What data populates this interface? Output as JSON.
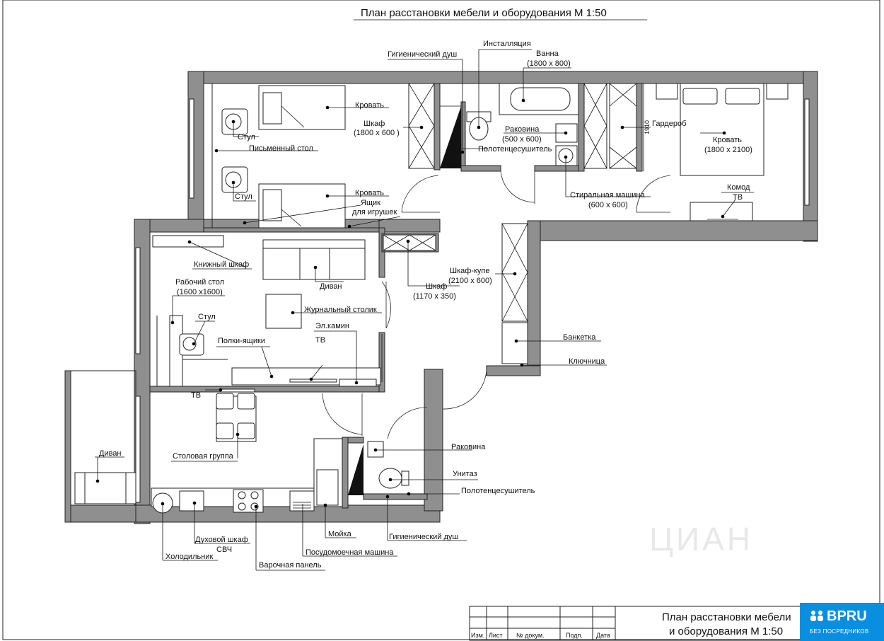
{
  "title": "План расстановки мебели и оборудования М 1:50",
  "labels": {
    "bed1": "Кровать",
    "wardrobe1": "Шкаф",
    "wardrobe1_size": "(1800 х 600 )",
    "chair1": "Стул",
    "desk": "Письменный стол",
    "chair2": "Стул",
    "bed2": "Кровать",
    "toybox1": "Ящик",
    "toybox2": "для игрушек",
    "hygienic_shower1": "Гигиенический душ",
    "installation": "Инсталляция",
    "bath": "Ванна",
    "bath_size": "(1800 х 800)",
    "sink1": "Раковина",
    "sink1_size": "(500 х 600)",
    "towel1": "Полотенцесушитель",
    "washer": "Стиральная машина",
    "washer_size": "(600 х 600)",
    "dressing": "Гардероб",
    "dim_1910": "1910",
    "bed3": "Кровать",
    "bed3_size": "(1800 х 2100)",
    "dresser": "Комод",
    "tv1": "ТВ",
    "bookcase": "Книжный шкаф",
    "sofa1": "Диван",
    "workdesk": "Рабочий стол",
    "workdesk_size": "(1600 х1600)",
    "chair3": "Стул",
    "coffee_table": "Журнальный столик",
    "fireplace": "Эл.камин",
    "tv2": "ТВ",
    "shelves": "Полки-ящики",
    "cabinet": "Шкаф",
    "cabinet_size": "(1170 х 350)",
    "sliding": "Шкаф-купе",
    "sliding_size": "(2100 х 600)",
    "bench": "Банкетка",
    "keys": "Ключница",
    "tv3": "ТВ",
    "dining": "Столовая группа",
    "sofa2": "Диван",
    "sink2": "Раковина",
    "toilet": "Унитаз",
    "towel2": "Полотенцесушитель",
    "hygienic_shower2": "Гигиенический душ",
    "washbasin": "Мойка",
    "dishwasher": "Посудомоечная машина",
    "oven": "Духовой шкаф",
    "microwave": "СВЧ",
    "fridge": "Холодильник",
    "hob": "Варочная панель"
  },
  "stamp": {
    "col_izm": "Изм.",
    "col_list": "Лист",
    "col_doc": "№ докум.",
    "col_sign": "Подп.",
    "col_date": "Дата",
    "title_line1": "План расстановки мебели",
    "title_line2": "и оборудования М 1:50"
  },
  "badge": {
    "logo": "BPRU",
    "sub": "БЕЗ ПОСРЕДНИКОВ"
  },
  "watermark": "ЦИАН"
}
